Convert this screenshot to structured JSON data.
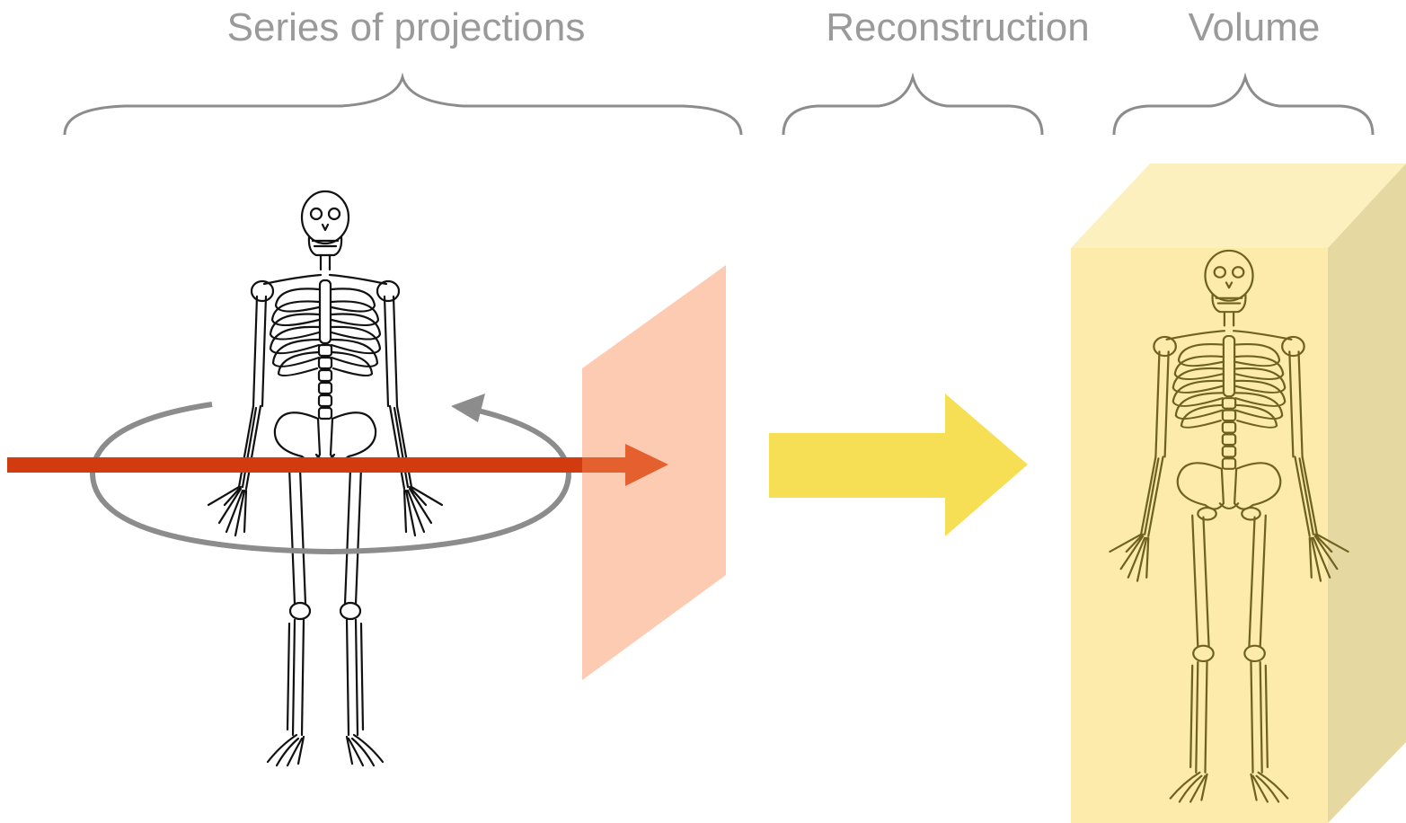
{
  "stages": [
    {
      "label": "Series of projections"
    },
    {
      "label": "Reconstruction"
    },
    {
      "label": "Volume"
    }
  ],
  "colors": {
    "label_text": "#9a9a9a",
    "brace": "#8c8c8c",
    "rotation_arrow": "#8c8c8c",
    "xray_beam": "#d23a0f",
    "xray_beam_tip": "#e4602f",
    "detector_plate": "#fdcbb1",
    "reconstruction_arrow": "#f7df55",
    "volume_front": "#fcebaa",
    "volume_top": "#fbf0be",
    "volume_side": "#e5d8a0",
    "skeleton_outline": "#111111",
    "skeleton_in_volume": "#6f6220"
  },
  "icons": [
    "skeleton-figure",
    "rotation-arrow",
    "xray-beam-arrow",
    "detector-plate",
    "reconstruction-arrow",
    "volume-box"
  ]
}
